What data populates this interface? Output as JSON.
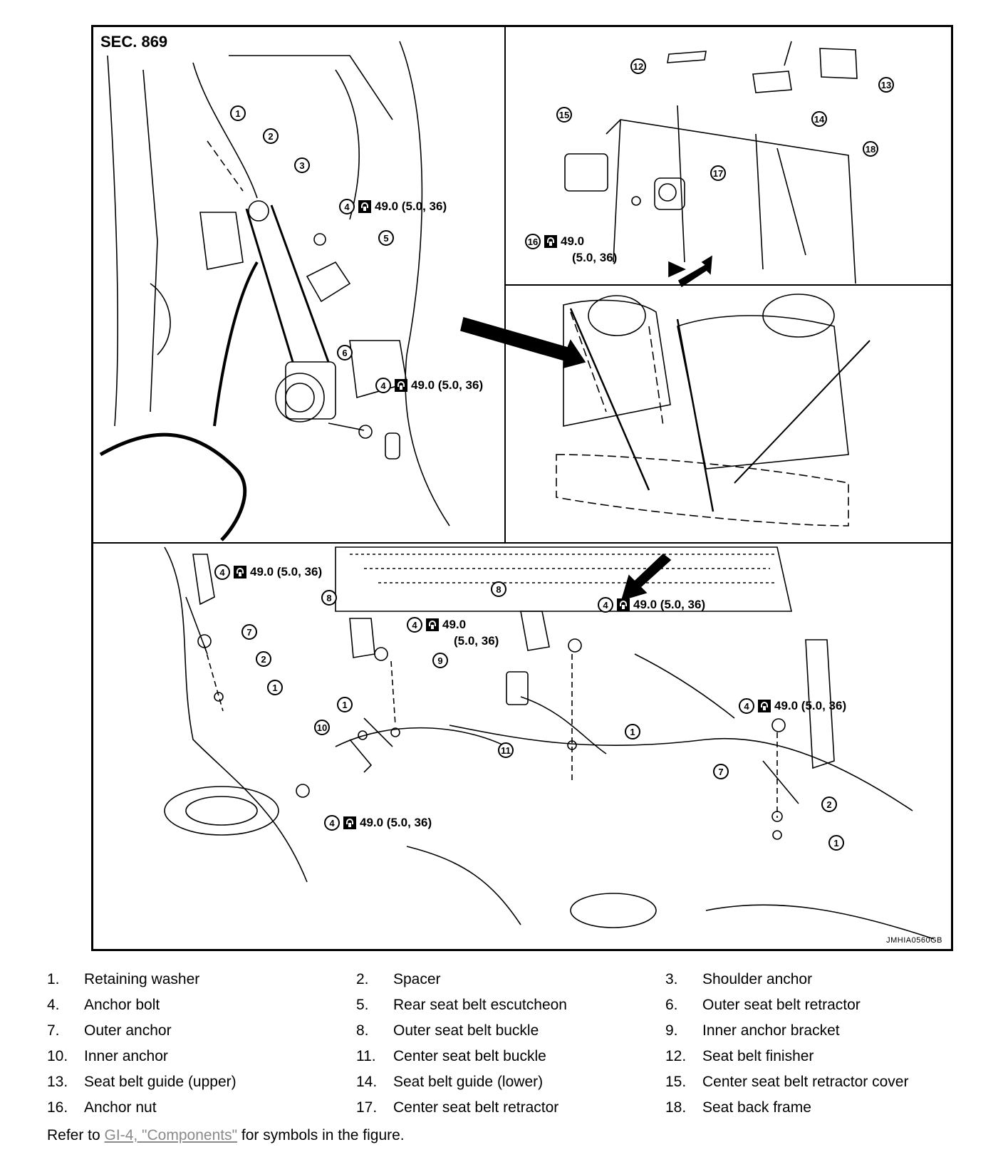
{
  "figure": {
    "section": "SEC. 869",
    "code": "JMHIA0560GB",
    "callouts": [
      {
        "id": "c1",
        "num": "1"
      },
      {
        "id": "c2",
        "num": "2"
      },
      {
        "id": "c3",
        "num": "3"
      },
      {
        "id": "c4a",
        "num": "4",
        "torque": "49.0 (5.0, 36)"
      },
      {
        "id": "c5",
        "num": "5"
      },
      {
        "id": "c6",
        "num": "6"
      },
      {
        "id": "c4b",
        "num": "4",
        "torque": "49.0 (5.0, 36)"
      },
      {
        "id": "c12",
        "num": "12"
      },
      {
        "id": "c13",
        "num": "13"
      },
      {
        "id": "c14",
        "num": "14"
      },
      {
        "id": "c15",
        "num": "15"
      },
      {
        "id": "c18",
        "num": "18"
      },
      {
        "id": "c17",
        "num": "17"
      },
      {
        "id": "c16",
        "num": "16",
        "torque": "49.0",
        "torque2": "(5.0, 36)"
      },
      {
        "id": "c4c",
        "num": "4",
        "torque": "49.0 (5.0, 36)"
      },
      {
        "id": "c8a",
        "num": "8"
      },
      {
        "id": "c4d",
        "num": "4",
        "torque": "49.0",
        "torque2": "(5.0, 36)"
      },
      {
        "id": "c8b",
        "num": "8"
      },
      {
        "id": "c4e",
        "num": "4",
        "torque": "49.0 (5.0, 36)"
      },
      {
        "id": "c7a",
        "num": "7"
      },
      {
        "id": "c2b",
        "num": "2"
      },
      {
        "id": "c1b",
        "num": "1"
      },
      {
        "id": "c9",
        "num": "9"
      },
      {
        "id": "c1c",
        "num": "1"
      },
      {
        "id": "c10",
        "num": "10"
      },
      {
        "id": "c11",
        "num": "11"
      },
      {
        "id": "c1d",
        "num": "1"
      },
      {
        "id": "c4f",
        "num": "4",
        "torque": "49.0 (5.0, 36)"
      },
      {
        "id": "c7b",
        "num": "7"
      },
      {
        "id": "c2c",
        "num": "2"
      },
      {
        "id": "c1e",
        "num": "1"
      },
      {
        "id": "c4g",
        "num": "4",
        "torque": "49.0 (5.0, 36)"
      }
    ]
  },
  "legend": [
    {
      "n": "1.",
      "label": "Retaining washer"
    },
    {
      "n": "2.",
      "label": "Spacer"
    },
    {
      "n": "3.",
      "label": "Shoulder anchor"
    },
    {
      "n": "4.",
      "label": "Anchor bolt"
    },
    {
      "n": "5.",
      "label": "Rear seat belt escutcheon"
    },
    {
      "n": "6.",
      "label": "Outer seat belt retractor"
    },
    {
      "n": "7.",
      "label": "Outer anchor"
    },
    {
      "n": "8.",
      "label": "Outer seat belt buckle"
    },
    {
      "n": "9.",
      "label": "Inner anchor bracket"
    },
    {
      "n": "10.",
      "label": "Inner anchor"
    },
    {
      "n": "11.",
      "label": "Center seat belt buckle"
    },
    {
      "n": "12.",
      "label": "Seat belt finisher"
    },
    {
      "n": "13.",
      "label": "Seat belt guide (upper)"
    },
    {
      "n": "14.",
      "label": "Seat belt guide (lower)"
    },
    {
      "n": "15.",
      "label": "Center seat belt retractor cover"
    },
    {
      "n": "16.",
      "label": "Anchor nut"
    },
    {
      "n": "17.",
      "label": "Center seat belt retractor"
    },
    {
      "n": "18.",
      "label": "Seat back frame"
    }
  ],
  "refer": {
    "prefix": "Refer to ",
    "link": "GI-4, \"Components\"",
    "suffix": " for symbols in the figure."
  }
}
